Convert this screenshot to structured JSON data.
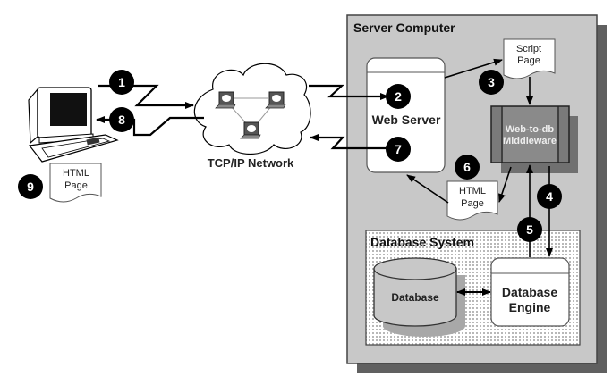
{
  "diagram": {
    "server_computer": {
      "title": "Server Computer"
    },
    "network": {
      "label": "TCP/IP Network"
    },
    "web_server": {
      "label": "Web Server"
    },
    "middleware": {
      "line1": "Web-to-db",
      "line2": "Middleware"
    },
    "script_page": {
      "line1": "Script",
      "line2": "Page"
    },
    "html_page_server": {
      "line1": "HTML",
      "line2": "Page"
    },
    "html_page_client": {
      "line1": "HTML",
      "line2": "Page"
    },
    "database_system": {
      "title": "Database System"
    },
    "database": {
      "label": "Database"
    },
    "database_engine": {
      "line1": "Database",
      "line2": "Engine"
    },
    "steps": [
      "1",
      "2",
      "3",
      "4",
      "5",
      "6",
      "7",
      "8",
      "9"
    ],
    "colors": {
      "server_bg": "#c8c8c8",
      "shadow": "#606060",
      "badge": "#000000",
      "middleware": "#7a7a7a",
      "middleware_text": "#e8e8e8",
      "box_fill": "#ffffff",
      "stroke": "#000000"
    }
  }
}
